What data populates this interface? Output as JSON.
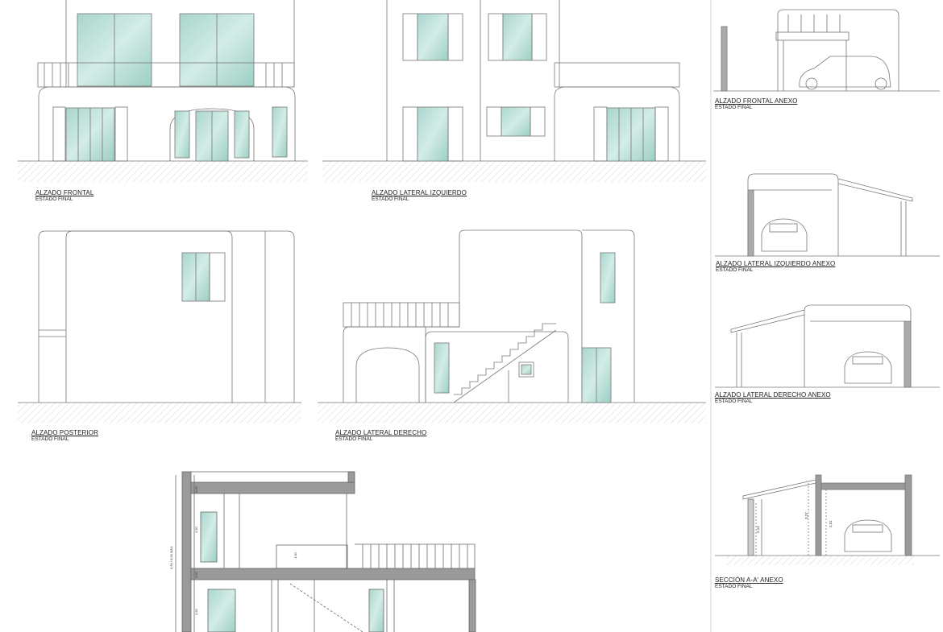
{
  "drawings": [
    {
      "title": "ALZADO FRONTAL",
      "subtitle": "ESTADO FINAL"
    },
    {
      "title": "ALZADO LATERAL IZQUIERDO",
      "subtitle": "ESTADO FINAL"
    },
    {
      "title": "ALZADO POSTERIOR",
      "subtitle": "ESTADO FINAL"
    },
    {
      "title": "ALZADO LATERAL DERECHO",
      "subtitle": "ESTADO FINAL"
    },
    {
      "title": "ALZADO FRONTAL ANEXO",
      "subtitle": "ESTADO FINAL"
    },
    {
      "title": "ALZADO LATERAL IZQUIERDO ANEXO",
      "subtitle": "ESTADO FINAL"
    },
    {
      "title": "ALZADO LATERAL DERECHO ANEXO",
      "subtitle": "ESTADO FINAL"
    },
    {
      "title": "SECCIÓN A-A' ANEXO",
      "subtitle": "ESTADO FINAL"
    }
  ],
  "dimensions": {
    "section_total": "6,90 / 8,00 MAX",
    "section_slab_top": "0,50",
    "section_upper": "2,50",
    "section_mid_slab": "0,50",
    "section_lower": "2,50",
    "section_rail": "1,00",
    "annex_height_1": "3,27",
    "annex_height_2": "2,51",
    "annex_height_3": "2,14"
  },
  "colors": {
    "glass": "#b8ddd6",
    "glass_dark": "#8fc7bc",
    "wall_line": "#666666",
    "section_fill": "#9a9a9a"
  }
}
